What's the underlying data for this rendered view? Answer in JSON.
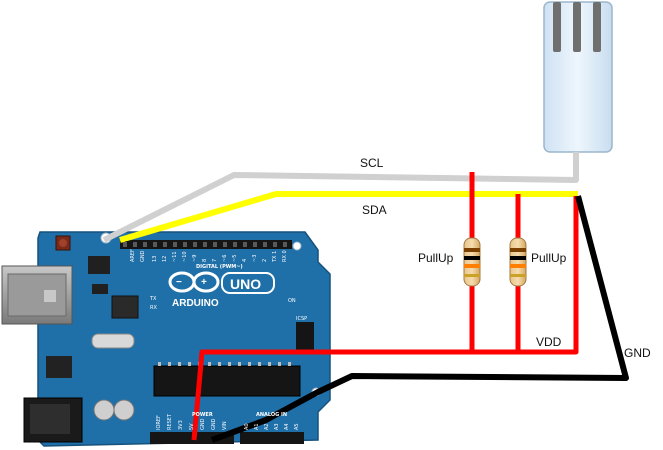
{
  "labels": {
    "scl": "SCL",
    "sda": "SDA",
    "pullup_left": "PullUp",
    "pullup_right": "PullUp",
    "vdd": "VDD",
    "gnd": "GND"
  },
  "board": {
    "logo_text": "ARDUINO",
    "model_text": "UNO",
    "digital_label": "DIGITAL (PWM~)",
    "power_label": "POWER",
    "analog_label": "ANALOG IN",
    "on_label": "ON",
    "tx_label": "TX",
    "rx_label": "RX",
    "icsp_label": "ICSP",
    "aref_label": "AREF",
    "gnd_label": "GND",
    "pin_labels": [
      "13",
      "12",
      "~11",
      "~10",
      "~9",
      "8",
      "7",
      "~6",
      "~5",
      "4",
      "~3",
      "2",
      "TX 1",
      "RX 0"
    ],
    "power_pins": [
      "IOREF",
      "RESET",
      "3V3",
      "5V",
      "GND",
      "GND",
      "VIN"
    ],
    "analog_pins": [
      "A0",
      "A1",
      "A2",
      "A3",
      "A4",
      "A5"
    ]
  },
  "colors": {
    "scl_wire": "#d0d0d0",
    "sda_wire": "#ffff00",
    "vdd_wire": "#ff0000",
    "gnd_wire": "#000000",
    "board": "#1f6fa8",
    "sensor": "#dcebf8"
  },
  "icons": {
    "sensor": "sensor-probe-icon",
    "resistor": "resistor-icon",
    "board": "arduino-uno-icon"
  }
}
